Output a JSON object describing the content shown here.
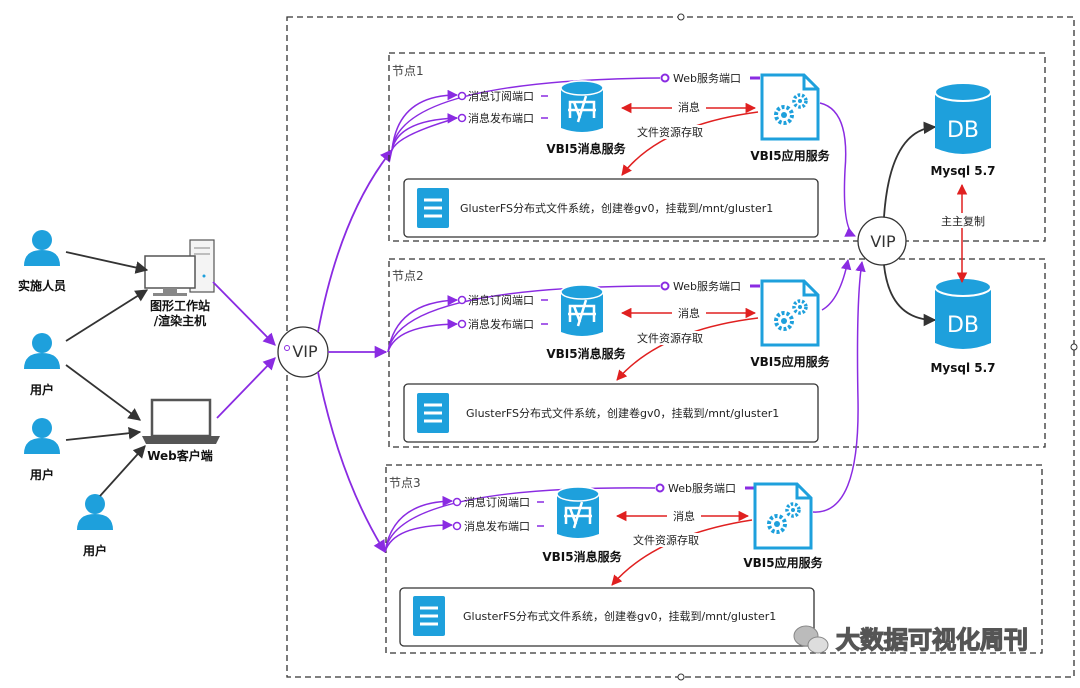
{
  "actors": {
    "implementer": "实施人员",
    "user1": "用户",
    "user2": "用户",
    "user3": "用户"
  },
  "devices": {
    "workstation": [
      "图形工作站",
      "/渲染主机"
    ],
    "web_client": "Web客户端"
  },
  "vip_left": "VIP",
  "vip_right": "VIP",
  "nodes": [
    {
      "title": "节点1",
      "sub_port": "消息订阅端口",
      "pub_port": "消息发布端口",
      "web_port": "Web服务端口",
      "msg_service": "VBI5消息服务",
      "app_service": "VBI5应用服务",
      "msg_label": "消息",
      "file_label": "文件资源存取",
      "storage": "GlusterFS分布式文件系统，创建卷gv0，挂载到/mnt/gluster1"
    },
    {
      "title": "节点2",
      "sub_port": "消息订阅端口",
      "pub_port": "消息发布端口",
      "web_port": "Web服务端口",
      "msg_service": "VBI5消息服务",
      "app_service": "VBI5应用服务",
      "msg_label": "消息",
      "file_label": "文件资源存取",
      "storage": "GlusterFS分布式文件系统，创建卷gv0，挂载到/mnt/gluster1"
    },
    {
      "title": "节点3",
      "sub_port": "消息订阅端口",
      "pub_port": "消息发布端口",
      "web_port": "Web服务端口",
      "msg_service": "VBI5消息服务",
      "app_service": "VBI5应用服务",
      "msg_label": "消息",
      "file_label": "文件资源存取",
      "storage": "GlusterFS分布式文件系统，创建卷gv0，挂载到/mnt/gluster1"
    }
  ],
  "databases": {
    "db_label": "DB",
    "top_name": "Mysql 5.7",
    "bottom_name": "Mysql 5.7",
    "replication": "主主复制"
  },
  "watermark": "大数据可视化周刊",
  "colors": {
    "purple": "#8a2be2",
    "red": "#e02020",
    "blue": "#1ea0dc",
    "dark": "#333333"
  }
}
